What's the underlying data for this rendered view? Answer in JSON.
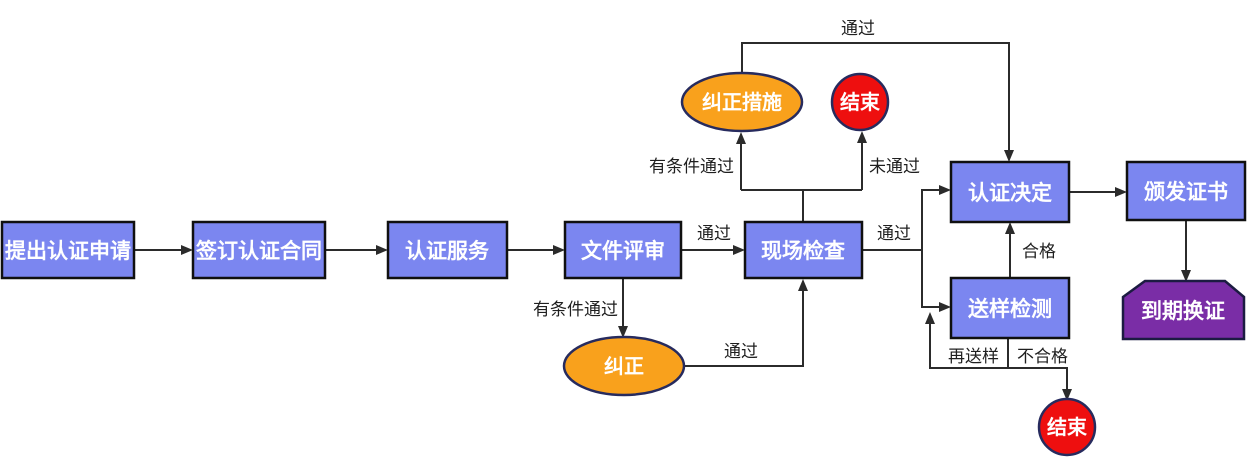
{
  "diagram_type": "flowchart",
  "colors": {
    "background": "#ffffff",
    "process_fill": "#7b86f0",
    "process_border": "#101010",
    "ellipse_fill": "#f9a11c",
    "ellipse_border": "#272b5e",
    "end_fill": "#ee0f0f",
    "end_border": "#272b5e",
    "renew_fill": "#7a2da6",
    "renew_border": "#1c1b42",
    "node_text": "#ffffff",
    "line": "#2b2b2b",
    "label_text": "#1f1f1f"
  },
  "nodes": {
    "apply": {
      "label": "提出认证申请"
    },
    "contract": {
      "label": "签订认证合同"
    },
    "service": {
      "label": "认证服务"
    },
    "doc_review": {
      "label": "文件评审"
    },
    "site_inspection": {
      "label": "现场检查"
    },
    "decision": {
      "label": "认证决定"
    },
    "issue_cert": {
      "label": "颁发证书"
    },
    "sample_test": {
      "label": "送样检测"
    },
    "renew": {
      "label": "到期换证"
    },
    "corrective_action": {
      "label": "纠正措施"
    },
    "end_top": {
      "label": "结束"
    },
    "correction": {
      "label": "纠正"
    },
    "end_bottom": {
      "label": "结束"
    }
  },
  "edge_labels": {
    "pass_doc": "通过",
    "conditional_doc": "有条件通过",
    "pass_correction": "通过",
    "conditional_site": "有条件通过",
    "fail_site": "未通过",
    "pass_corrective": "通过",
    "pass_site": "通过",
    "qualified": "合格",
    "resample": "再送样",
    "unqualified": "不合格"
  }
}
